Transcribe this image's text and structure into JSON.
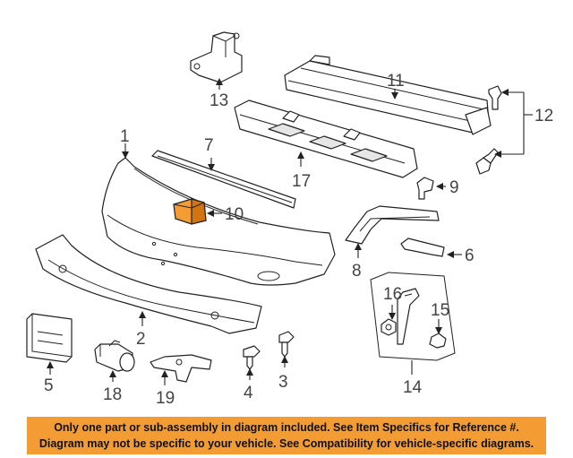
{
  "callouts": {
    "c1": "1",
    "c2": "2",
    "c3": "3",
    "c4": "4",
    "c5": "5",
    "c6": "6",
    "c7": "7",
    "c8": "8",
    "c9": "9",
    "c10": "10",
    "c11": "11",
    "c12": "12",
    "c13": "13",
    "c14": "14",
    "c15": "15",
    "c16": "16",
    "c17": "17",
    "c18": "18",
    "c19": "19"
  },
  "notice": {
    "line1": "Only one part or sub-assembly in diagram included. See Item Specifics for Reference #.",
    "line2": "Diagram may not be specific to your vehicle. See Compatibility for vehicle-specific diagrams."
  },
  "colors": {
    "highlight": "#f39c34",
    "banner": "#f39c34"
  }
}
